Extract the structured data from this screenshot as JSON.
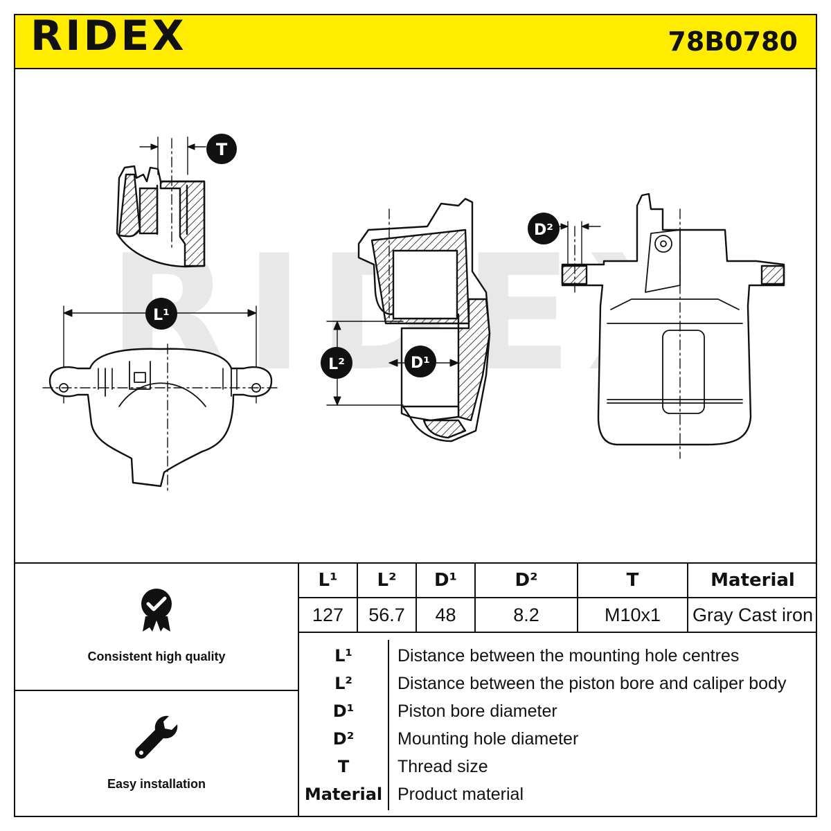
{
  "header": {
    "brand": "RIDEX",
    "part_number": "78B0780"
  },
  "drawing": {
    "watermark": "RIDEX",
    "labels": {
      "T": "T",
      "L1": "L¹",
      "L2": "L²",
      "D1": "D¹",
      "D2": "D²"
    }
  },
  "features": [
    {
      "label": "Consistent high quality",
      "icon": "quality-badge-icon"
    },
    {
      "label": "Easy installation",
      "icon": "wrench-icon"
    }
  ],
  "specs": {
    "headers": [
      "L¹",
      "L²",
      "D¹",
      "D²",
      "T",
      "Material"
    ],
    "values": [
      "127",
      "56.7",
      "48",
      "8.2",
      "M10x1",
      "Gray Cast iron"
    ]
  },
  "legend": [
    {
      "key": "L¹",
      "desc": "Distance between the mounting hole centres"
    },
    {
      "key": "L²",
      "desc": "Distance between the piston bore and caliper body"
    },
    {
      "key": "D¹",
      "desc": "Piston bore diameter"
    },
    {
      "key": "D²",
      "desc": "Mounting hole diameter"
    },
    {
      "key": "T",
      "desc": "Thread size"
    },
    {
      "key": "Material",
      "desc": "Product material"
    }
  ],
  "colors": {
    "accent": "#ffec00",
    "ink": "#111111",
    "watermark": "#e6e6e6"
  }
}
